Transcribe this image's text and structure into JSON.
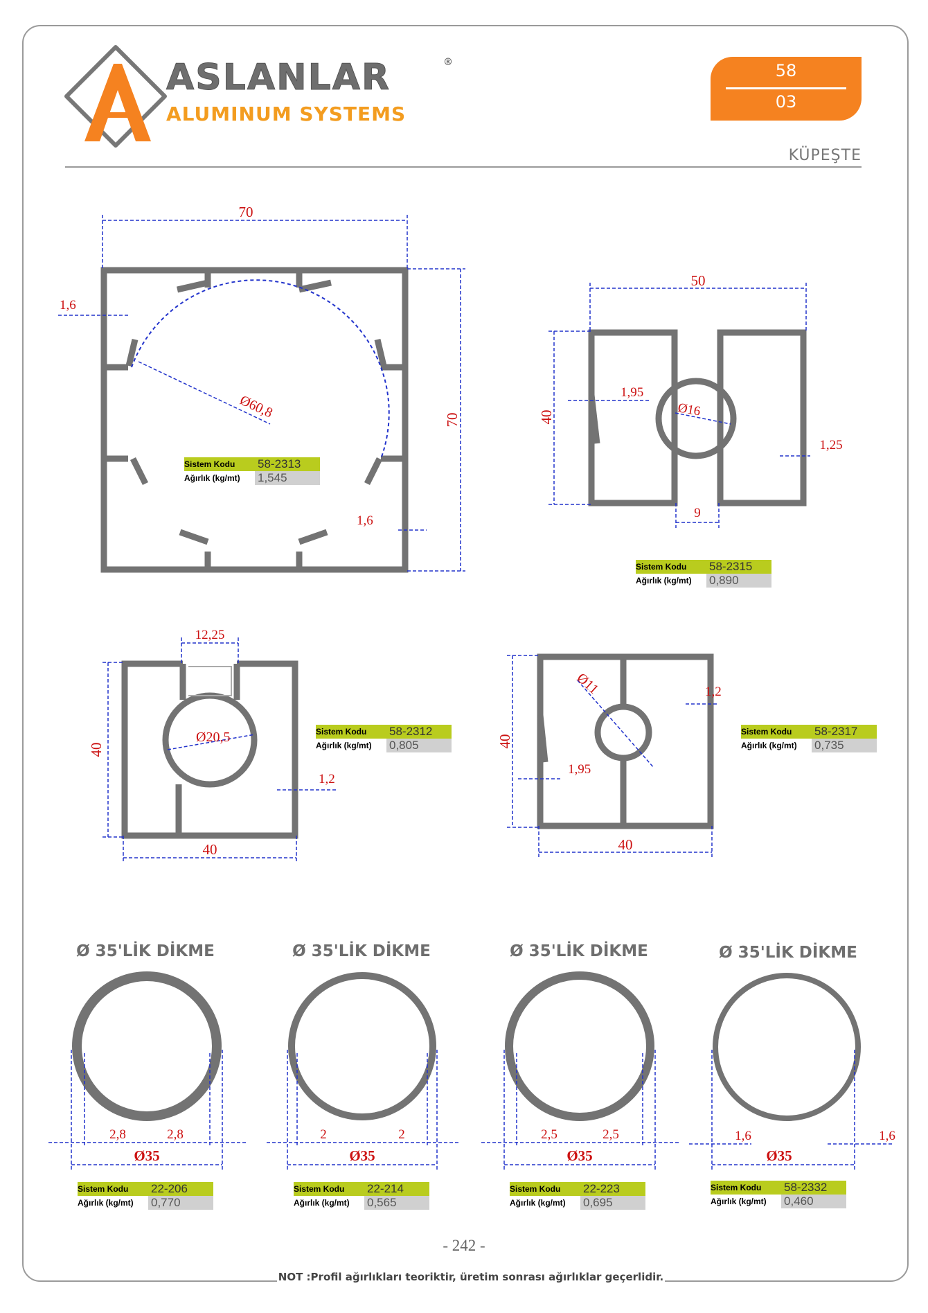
{
  "brand": {
    "name": "ASLANLAR",
    "registered": "®",
    "subtitle": "ALUMINUM SYSTEMS"
  },
  "tag": {
    "top": "58",
    "bottom": "03"
  },
  "category": "KÜPEŞTE",
  "labels": {
    "code_key": "Sistem Kodu",
    "weight_key": "Ağırlık (kg/mt)"
  },
  "profiles": [
    {
      "code": "58-2313",
      "weight": "1,545",
      "dims": [
        "70",
        "70",
        "1,6",
        "Ø60,8",
        "1,6"
      ]
    },
    {
      "code": "58-2315",
      "weight": "0,890",
      "dims": [
        "50",
        "40",
        "1,95",
        "Ø16",
        "1,25",
        "9"
      ]
    },
    {
      "code": "58-2312",
      "weight": "0,805",
      "dims": [
        "12,25",
        "40",
        "Ø20,5",
        "1,2",
        "40"
      ]
    },
    {
      "code": "58-2317",
      "weight": "0,735",
      "dims": [
        "Ø11",
        "1,2",
        "40",
        "1,95",
        "40"
      ]
    }
  ],
  "dikme": [
    {
      "title": "Ø 35'LİK DİKME",
      "code": "22-206",
      "weight": "0,770",
      "t": "2,8",
      "d": "Ø35"
    },
    {
      "title": "Ø 35'LİK DİKME",
      "code": "22-214",
      "weight": "0,565",
      "t": "2",
      "d": "Ø35"
    },
    {
      "title": "Ø 35'LİK DİKME",
      "code": "22-223",
      "weight": "0,695",
      "t": "2,5",
      "d": "Ø35"
    },
    {
      "title": "Ø 35'LİK DİKME",
      "code": "58-2332",
      "weight": "0,460",
      "t": "1,6",
      "d": "Ø35"
    }
  ],
  "page": "- 242 -",
  "note": "NOT :Profil ağırlıkları teoriktir, üretim sonrası ağırlıklar geçerlidir.",
  "colors": {
    "orange": "#f58220",
    "profile": "#737373",
    "dim": "#2233cc",
    "dimtext": "#cc1111",
    "code_bg": "#b9cc1e",
    "weight_bg": "#d0d0d0"
  }
}
